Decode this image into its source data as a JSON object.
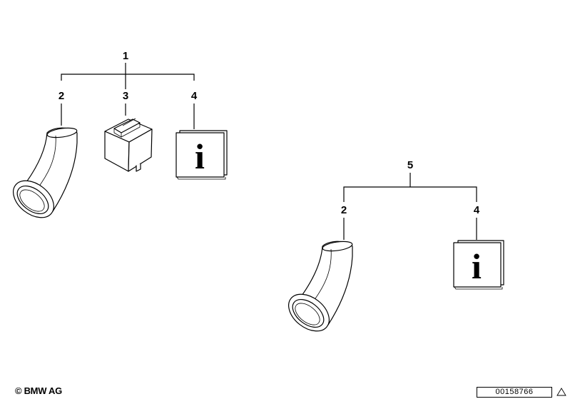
{
  "callouts": {
    "kit_a": "1",
    "kit_a_duct": "2",
    "kit_a_relay": "3",
    "kit_a_info": "4",
    "kit_b": "5",
    "kit_b_duct": "2",
    "kit_b_info": "4"
  },
  "info_glyph": "i",
  "footer": {
    "copyright": "© BMW AG",
    "diagram_number": "00158766"
  },
  "icons": {
    "info_sheet": "info-sheet-icon",
    "warning": "warning-triangle-icon"
  },
  "colors": {
    "ink": "#000000",
    "paper": "#ffffff"
  }
}
